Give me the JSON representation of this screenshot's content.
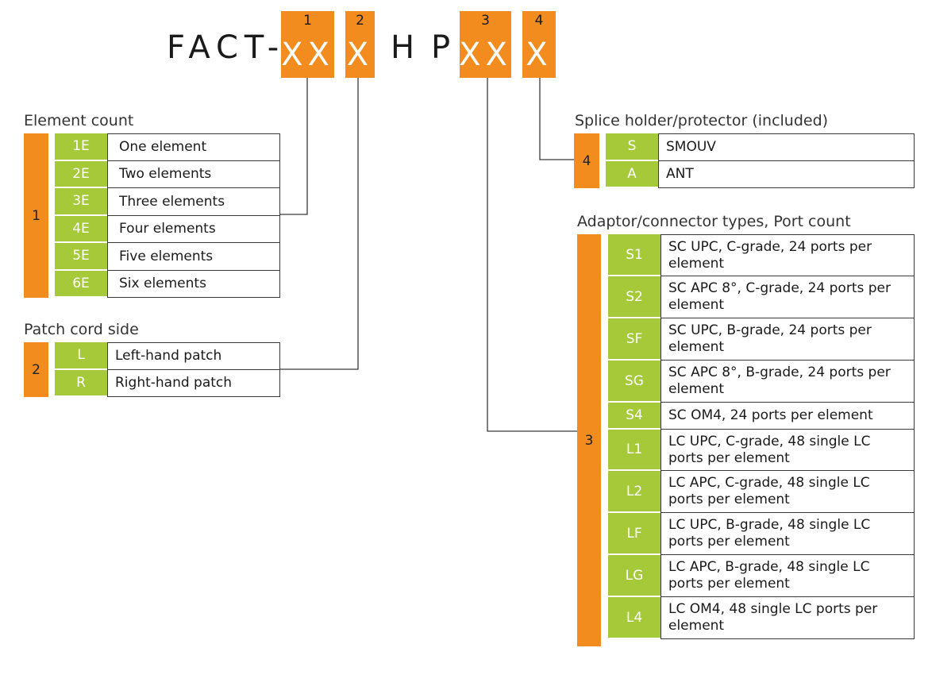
{
  "code": {
    "prefix": "FACT-",
    "segments": [
      {
        "num": "1",
        "label": "XX"
      },
      {
        "num": "2",
        "label": "X"
      },
      {
        "num": "3",
        "label": "XX"
      },
      {
        "num": "4",
        "label": "X"
      }
    ],
    "fixed_letters": [
      "H",
      "P"
    ]
  },
  "element_count": {
    "title": "Element count",
    "tab": "1",
    "rows": [
      {
        "code": "1E",
        "desc": "One element"
      },
      {
        "code": "2E",
        "desc": "Two elements"
      },
      {
        "code": "3E",
        "desc": "Three elements"
      },
      {
        "code": "4E",
        "desc": "Four elements"
      },
      {
        "code": "5E",
        "desc": "Five elements"
      },
      {
        "code": "6E",
        "desc": "Six elements"
      }
    ]
  },
  "patch_cord": {
    "title": "Patch cord side",
    "tab": "2",
    "rows": [
      {
        "code": "L",
        "desc": "Left-hand patch"
      },
      {
        "code": "R",
        "desc": "Right-hand patch"
      }
    ]
  },
  "splice_holder": {
    "title": "Splice holder/protector (included)",
    "tab": "4",
    "rows": [
      {
        "code": "S",
        "desc": "SMOUV"
      },
      {
        "code": "A",
        "desc": "ANT"
      }
    ]
  },
  "adaptor": {
    "title": "Adaptor/connector types, Port count",
    "tab": "3",
    "rows": [
      {
        "code": "S1",
        "desc": "SC UPC, C-grade, 24 ports per element"
      },
      {
        "code": "S2",
        "desc": "SC APC 8°, C-grade, 24 ports per element"
      },
      {
        "code": "SF",
        "desc": "SC UPC, B-grade, 24 ports per element"
      },
      {
        "code": "SG",
        "desc": "SC APC 8°, B-grade, 24 ports per element"
      },
      {
        "code": "S4",
        "desc": "SC OM4, 24 ports per element"
      },
      {
        "code": "L1",
        "desc": "LC UPC, C-grade, 48 single LC ports per element"
      },
      {
        "code": "L2",
        "desc": "LC APC, C-grade, 48 single LC ports per element"
      },
      {
        "code": "LF",
        "desc": "LC UPC, B-grade, 48 single LC ports per element"
      },
      {
        "code": "LG",
        "desc": "LC APC, B-grade, 48 single LC ports per element"
      },
      {
        "code": "L4",
        "desc": "LC OM4, 48 single LC ports per element"
      }
    ]
  },
  "colors": {
    "orange": "#f28c1e",
    "green": "#a6c93a",
    "text": "#1a1a1a"
  }
}
